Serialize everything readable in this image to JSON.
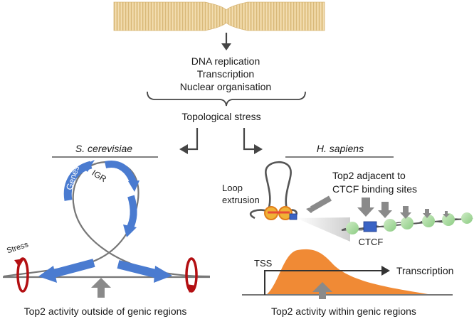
{
  "processes": [
    "DNA replication",
    "Transcription",
    "Nuclear organisation"
  ],
  "stress_label": "Topological stress",
  "left_panel": {
    "organism": "S. cerevisiae",
    "genes_label": "Genes",
    "igr_label": "IGR",
    "stress_label": "Stress",
    "caption": "Top2 activity outside of genic regions"
  },
  "right_panel": {
    "organism": "H. sapiens",
    "loop_extrusion_label": "Loop\nextrusion",
    "top2_note": "Top2 adjacent to\nCTCF binding sites",
    "ctcf_label": "CTCF",
    "tss_label": "TSS",
    "transcription_label": "Transcription",
    "caption": "Top2 activity within genic regions"
  },
  "colors": {
    "chromosome": "#ecd29c",
    "gene_arrow": "#4a7bd0",
    "stress_ring": "#b30f12",
    "cohesin": "#f0b236",
    "cohesin_edge": "#e07d1c",
    "loop_bar": "#e84a36",
    "ctcf": "#3a63c4",
    "nucleosome": "#a3d79b",
    "transcription_profile": "#f08a35",
    "top2_arrow": "#8a8a8a",
    "line_dark": "#454545",
    "dna_gray": "#707070"
  },
  "icons": [
    "chromosome-icon",
    "down-arrow-icon",
    "brace-icon",
    "elbow-arrow-icon",
    "supercoil-icon",
    "stress-ring-icon",
    "top2-arrow-icon",
    "cohesin-icon",
    "nucleosome-icon",
    "transcription-arrow-icon"
  ]
}
